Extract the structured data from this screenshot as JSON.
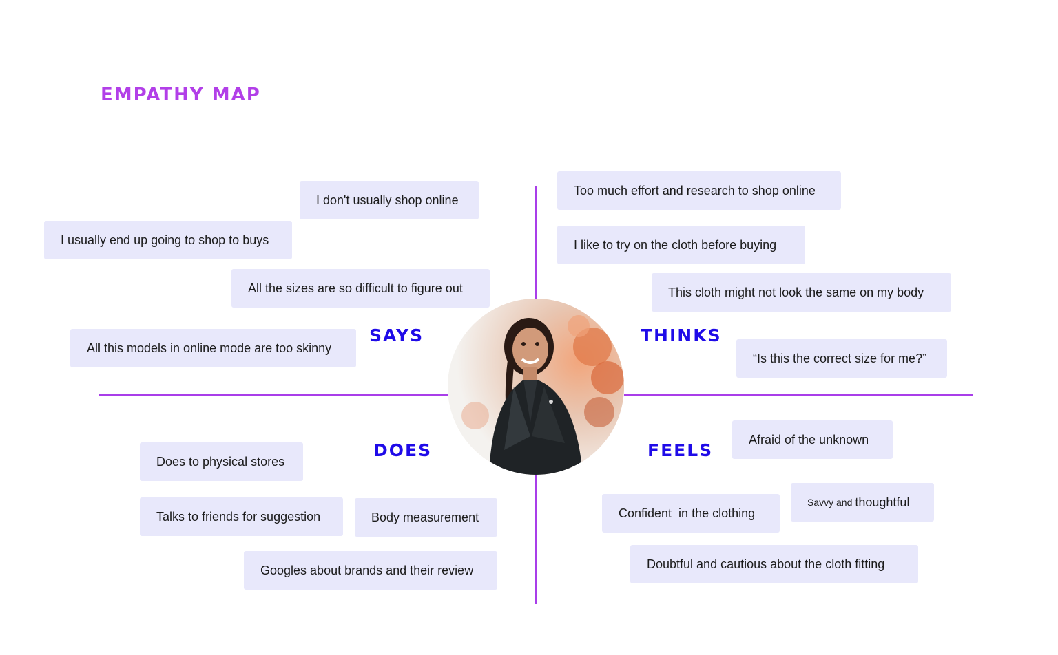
{
  "title": "Empathy Map",
  "quadrants": {
    "says": "says",
    "thinks": "thinks",
    "does": "does",
    "feels": "feels"
  },
  "notes": {
    "says": [
      "I don't usually shop online",
      "I usually end up going to shop to buys",
      "All the sizes are so difficult to figure out",
      "All this models in online mode are too skinny"
    ],
    "thinks": [
      "Too much effort and research to shop online",
      "I like to try on the cloth before buying",
      "This cloth might not look the same on my body",
      "“Is this the correct size for me?”"
    ],
    "does": [
      "Does to physical stores",
      "Talks to friends for suggestion",
      "Body measurement",
      "Googles about brands and their review"
    ],
    "feels": [
      "Afraid of the unknown",
      "Confident  in the clothing",
      "Doubtful and cautious about the cloth fitting"
    ],
    "feels_savvy": {
      "small": "Savvy and",
      "large": "thoughtful"
    }
  },
  "colors": {
    "title": "#b23fe8",
    "divider": "#a93ee9",
    "quadrant_label": "#1f0be8",
    "sticky_note": "#e8e8fb"
  }
}
